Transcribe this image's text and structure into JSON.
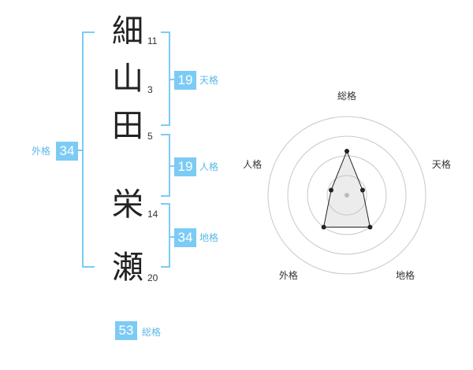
{
  "name_chars": [
    {
      "char": "細",
      "strokes": "11"
    },
    {
      "char": "山",
      "strokes": "3"
    },
    {
      "char": "田",
      "strokes": "5"
    },
    {
      "char": "栄",
      "strokes": "14"
    },
    {
      "char": "瀬",
      "strokes": "20"
    }
  ],
  "fortunes": {
    "tenkaku": {
      "value": "19",
      "label": "天格"
    },
    "jinkaku": {
      "value": "19",
      "label": "人格"
    },
    "chikaku": {
      "value": "34",
      "label": "地格"
    },
    "gaikaku": {
      "value": "34",
      "label": "外格"
    },
    "soukaku": {
      "value": "53",
      "label": "総格"
    }
  },
  "colors": {
    "accent": "#7ccbf5",
    "label_text": "#5bb8ea"
  },
  "chart_data": {
    "type": "radar",
    "axes": [
      "総格",
      "天格",
      "地格",
      "外格",
      "人格"
    ],
    "values": [
      0.56,
      0.21,
      0.5,
      0.5,
      0.21
    ],
    "rings": 4
  }
}
